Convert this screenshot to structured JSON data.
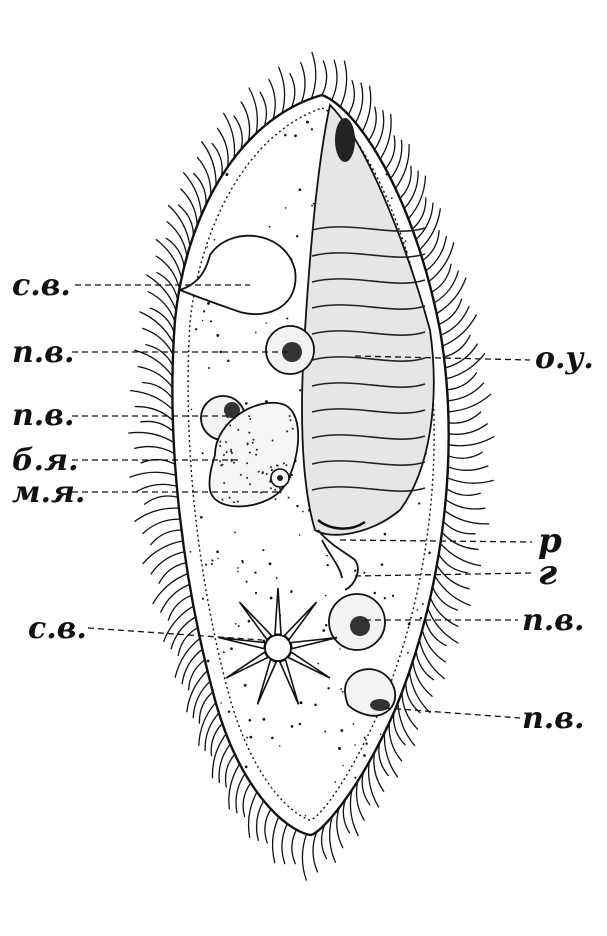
{
  "diagram": {
    "labels": {
      "cv_top": "с.в.",
      "pv_1": "п.в.",
      "pv_2": "п.в.",
      "by": "б.я.",
      "my": "м.я.",
      "cv_bottom": "с.в.",
      "ou": "о.у.",
      "r": "р",
      "g": "г",
      "pv_3": "п.в.",
      "pv_4": "п.в."
    },
    "colors": {
      "ink": "#111111",
      "paper": "#ffffff"
    }
  }
}
